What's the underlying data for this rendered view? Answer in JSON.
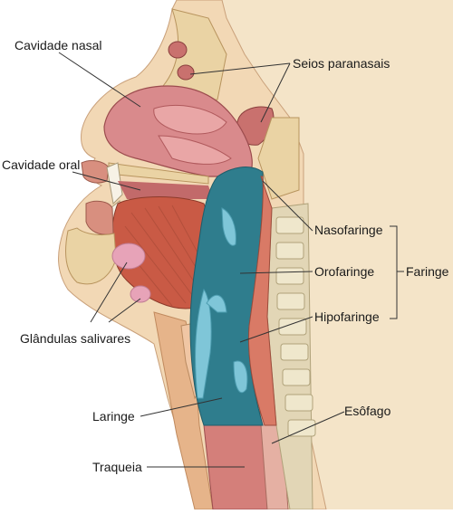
{
  "labels": {
    "nasal_cavity": "Cavidade nasal",
    "paranasal_sinuses": "Seios paranasais",
    "oral_cavity": "Cavidade oral",
    "nasopharynx": "Nasofaringe",
    "oropharynx": "Orofaringe",
    "hypopharynx": "Hipofaringe",
    "pharynx": "Faringe",
    "salivary_glands": "Glândulas salivares",
    "larynx": "Laringe",
    "esophagus": "Esôfago",
    "trachea": "Traqueia"
  },
  "colors": {
    "skin": "#f2d8b5",
    "bone": "#ead3a4",
    "mucosa": "#d98a8c",
    "muscle": "#c95a45",
    "pharynx": "#2f7d8d",
    "pharynx_light": "#7fc6d8",
    "spine": "#dcd2b4",
    "line": "#333333"
  }
}
